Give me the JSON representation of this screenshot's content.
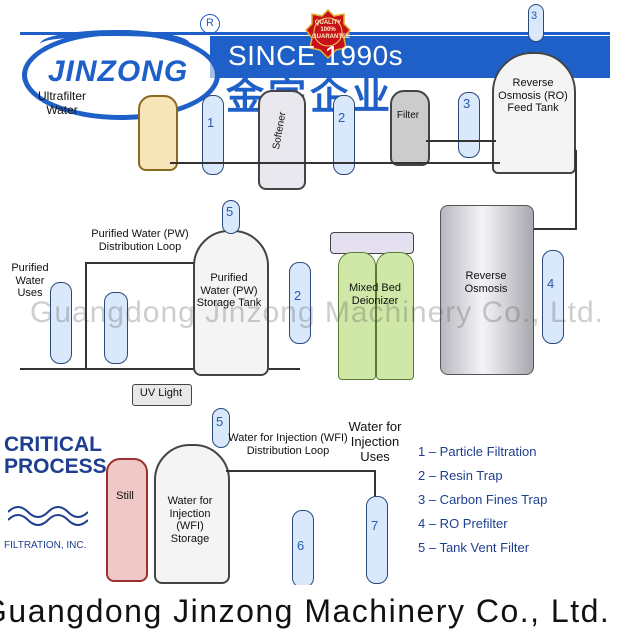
{
  "header": {
    "brand_logo": "JINZONG",
    "registered_mark": "R",
    "badge_text": "QUALITY 100% GUARANTEE",
    "since_text": "SINCE 1990s",
    "chinese_name": "金宗企业",
    "accent_color": "#1f5fc8",
    "badge_color": "#c8101a"
  },
  "top_row": {
    "ultra_label": "Ultrafilter Water",
    "softener_label": "Softener",
    "filter_label": "Filter",
    "ro_feed_tank": "Reverse Osmosis (RO) Feed Tank",
    "filter_numbers": [
      "1",
      "2",
      "3",
      "3"
    ]
  },
  "middle": {
    "pw_loop_label": "Purified Water (PW) Distribution Loop",
    "purified_uses": "Purified Water Uses",
    "pw_tank": "Purified Water (PW) Storage Tank",
    "pw_tank_num": "5",
    "mixed_bed": "Mixed Bed Deionizer",
    "ro_unit": "Reverse Osmosis",
    "uv_light": "UV Light",
    "num_2": "2",
    "num_4": "4"
  },
  "bottom": {
    "critical_process": "CRITICAL PROCESS",
    "filtration_inc": "FILTRATION, INC.",
    "still": "Still",
    "wfi_tank": "Water for Injection (WFI) Storage",
    "wfi_loop": "Water for Injection (WFI) Distribution Loop",
    "wfi_uses": "Water for Injection Uses",
    "num_5": "5",
    "num_6": "6",
    "num_7": "7"
  },
  "legend": [
    "1 – Particle Filtration",
    "2 – Resin Trap",
    "3 – Carbon Fines Trap",
    "4 – RO Prefilter",
    "5 – Tank Vent Filter"
  ],
  "watermark": "Guangdong Jinzong Machinery Co., Ltd.",
  "footer_text": "Guangdong Jinzong Machinery Co., Ltd."
}
